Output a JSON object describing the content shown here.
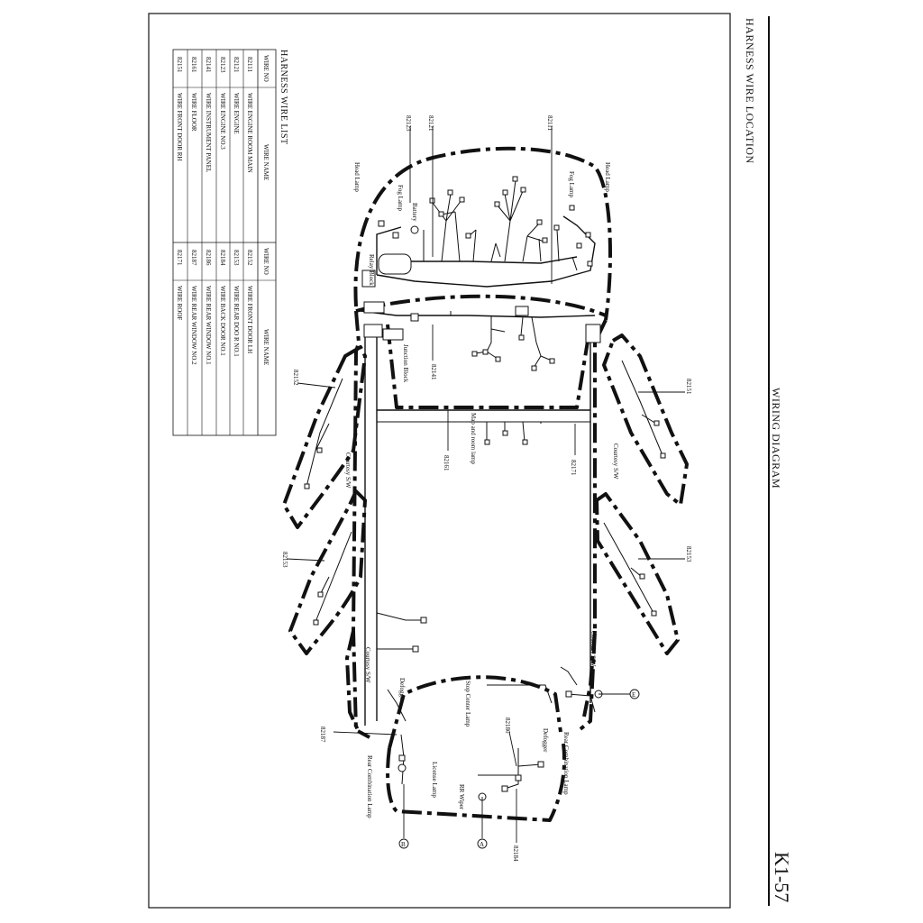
{
  "header": {
    "section": "WIRING DIAGRAM",
    "title": "HARNESS WIRE LOCATION",
    "page": "K1-57"
  },
  "table": {
    "title": "HARNESS WIRE LIST",
    "headers": [
      "WIRE NO",
      "WIRE NAME",
      "WIRE NO",
      "WIRE NAME"
    ],
    "rows": [
      [
        "82111",
        "WIRE ENGINE ROOM MAIN",
        "82152",
        "WIRE FRONT DOOR LH"
      ],
      [
        "82121",
        "WIRE ENGINE",
        "82153",
        "WIRE REAR DOO R NO.1"
      ],
      [
        "82123",
        "WIRE ENGINE NO.3",
        "82184",
        "WIRE BACK DOOR NO.1"
      ],
      [
        "82141",
        "WIRE INSTRUMENT PANEL",
        "82186",
        "WIRE REAR WINDOW NO.1"
      ],
      [
        "82161",
        "WIRE FLOOR",
        "82187",
        "WIRE REAR WINDOW NO.2"
      ],
      [
        "82151",
        "WIRE FRONT DOOR RH",
        "82171",
        "WIRE ROOF"
      ]
    ]
  },
  "wire_labels": {
    "w82111": "82111",
    "w82121": "82121",
    "w82123": "82123",
    "w82141": "82141",
    "w82161": "82161",
    "w82171": "82171",
    "w82151": "82151",
    "w82152": "82152",
    "w82153_right": "82153",
    "w82153_left": "82153",
    "w82186": "82186",
    "w82187": "82187",
    "w82184": "82184"
  },
  "component_labels": {
    "head_lamp_right": "Head Lamp",
    "fog_lamp_right": "Fog Lamp",
    "head_lamp_left": "Head Lamp",
    "fog_lamp_left": "Fog Lamp",
    "battery": "Battery",
    "relay_block": "Relay Block",
    "junction_block": "Junction Block",
    "map_room_lamp": "Map and room lamp",
    "courtesy_sw_rf": "Courtesy S/W",
    "courtesy_sw_lf": "Courtesy S/W",
    "courtesy_sw_rr": "Courtesy S/W",
    "courtesy_sw_lr": "Courtesy S/W",
    "stop_center_lamp": "Stop Center Lamp",
    "defogger_minus": "Defogger",
    "defogger_plus": "Defogger",
    "rear_combination_lamp_right": "Rear Combination Lamp",
    "rear_combination_lamp_left": "Rear Combination Lamp",
    "license_lamp": "License Lamp",
    "rr_wiper": "RR Wiper",
    "ground_e": "E",
    "ground_b": "B",
    "ground_a": "A"
  }
}
